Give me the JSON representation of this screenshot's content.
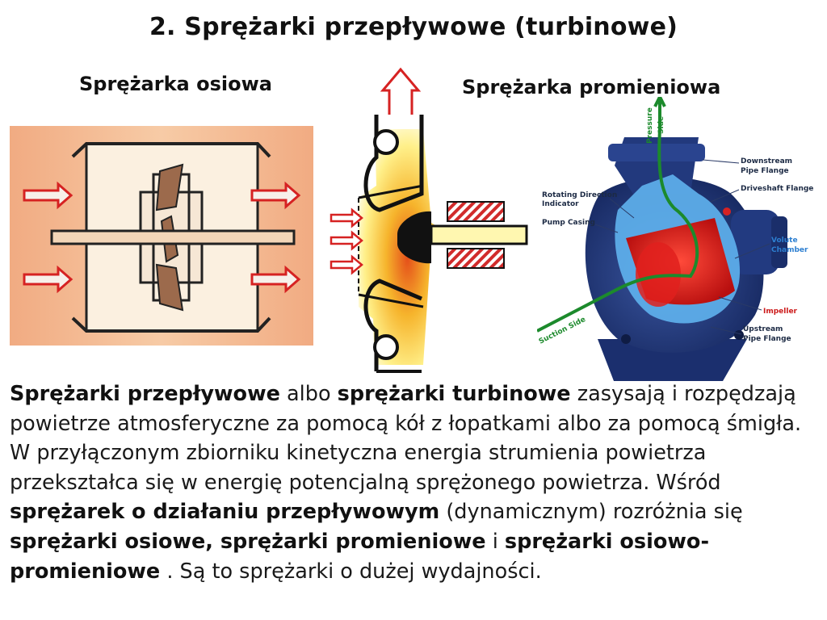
{
  "slide": {
    "title": "2. Sprężarki przepływowe (turbinowe)",
    "subtitle_left": "Sprężarka osiowa",
    "subtitle_right": "Sprężarka promieniowa"
  },
  "pump_labels": {
    "pressure_side": "Pressure",
    "pressure_side_2": "Side",
    "downstream_flange_1": "Downstream",
    "downstream_flange_2": "Pipe Flange",
    "driveshaft_flange": "Driveshaft Flange",
    "rotating_indicator_1": "Rotating Direction",
    "rotating_indicator_2": "Indicator",
    "pump_casing": "Pump Casing",
    "volute_chamber_1": "Volute",
    "volute_chamber_2": "Chamber",
    "impeller": "Impeller",
    "suction_side": "Suction Side",
    "upstream_flange_1": "Upstream",
    "upstream_flange_2": "Pipe Flange"
  },
  "paragraph": {
    "s1": "Sprężarki przepływowe",
    "s2": " albo ",
    "s3": "sprężarki turbinowe",
    "s4": " zasysają i rozpędzają powietrze atmosferyczne za pomocą kół z łopatkami albo za pomocą śmigła. W przyłączonym zbiorniku kinetyczna energia strumienia powietrza przekształca się w energię potencjalną sprężonego powietrza. Wśród ",
    "s5": "sprężarek o działaniu przepływowym",
    "s6": " (dynamicznym) rozróżnia się ",
    "s7": "sprężarki osiowe, sprężarki promieniowe",
    "s8": " i ",
    "s9": "sprężarki osiowo-promieniowe",
    "s10": " . Są to sprężarki o dużej wydajności."
  }
}
